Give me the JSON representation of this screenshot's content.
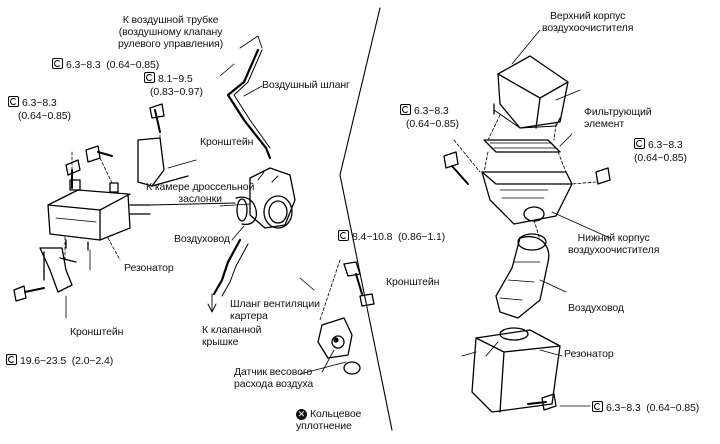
{
  "labels": {
    "air_tube": "К воздушной трубке\n(воздушному клапану\nрулевого управления)",
    "air_hose": "Воздушный шланг",
    "bracket_top": "Кронштейн",
    "throttle_chamber": "К камере дроссельной\nзаслонки",
    "air_duct_left": "Воздуховод",
    "resonator_left": "Резонатор",
    "pcv_hose": "Шланг вентиляции\nкартера",
    "valve_cover": "К клапанной\nкрышке",
    "bracket_bottom_left": "Кронштейн",
    "bracket_middle": "Кронштейн",
    "maf_sensor": "Датчик весового\nрасхода воздуха",
    "o_ring": "Кольцевое\nуплотнение",
    "upper_housing": "Верхний корпус\nвоздухоочистителя",
    "filter_element": "Фильтрующий\nэлемент",
    "lower_housing": "Нижний корпус\nвоздухоочистителя",
    "air_duct_right": "Воздуховод",
    "resonator_right": "Резонатор"
  },
  "torques": {
    "t1": "6.3~8.3  (0.64~0.85)",
    "t2": "8.1~9.5",
    "t2b": "(0.83~0.97)",
    "t3": "6.3~8.3",
    "t3b": "(0.64~0.85)",
    "t4": "19.6~23.5  (2.0~2.4)",
    "t5": "8.4~10.8  (0.86~1.1)",
    "t6": "6.3~8.3",
    "t6b": "(0.64~0.85)",
    "t7": "6.3~8.3",
    "t7b": "(0.64~0.85)",
    "t8": "6.3~8.3  (0.64~0.85)"
  },
  "icons": {
    "torque": "torque-wrench-icon",
    "replace": "replace-part-icon"
  }
}
